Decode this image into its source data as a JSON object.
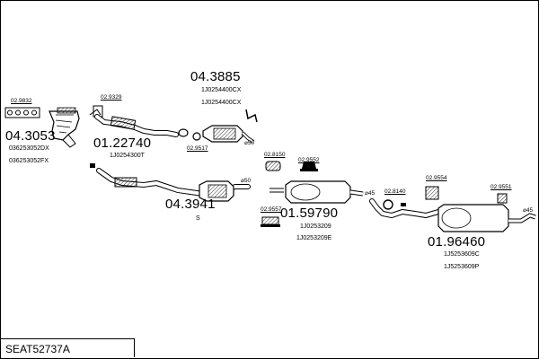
{
  "footer": {
    "model_code": "SEAT52737A"
  },
  "main_numbers": {
    "manifold": "04.3053",
    "front_pipe": "01.22740",
    "catalyst": "04.3885",
    "cat_pipe": "04.3941",
    "mid_silencer": "01.59790",
    "rear_silencer": "01.96460"
  },
  "oem_refs": {
    "manifold_1": "036253052DX",
    "manifold_2": "036253052FX",
    "front_pipe_1": "1J0254300T",
    "catalyst_1": "1J0254400CX",
    "catalyst_2": "1J0254400CX",
    "cat_pipe_s": "S",
    "mid_1": "1J0253209",
    "mid_2": "1J0253209E",
    "rear_1": "1J5253609C",
    "rear_2": "1J5253609P"
  },
  "part_refs": {
    "gasket_row": "02.9832",
    "front_clamp": "02.9329",
    "flange_gasket": "02.9517",
    "rubber_mount_1": "02.8150",
    "rubber_mount_2": "02.9552",
    "rubber_mount_3": "02.9557",
    "clamp_rear": "02.8140",
    "rubber_mount_4": "02.9554",
    "rubber_mount_5": "02.9551"
  },
  "diameters": {
    "d1": "⌀50",
    "d2": "⌀50",
    "d3": "⌀45",
    "d4": "⌀45"
  }
}
